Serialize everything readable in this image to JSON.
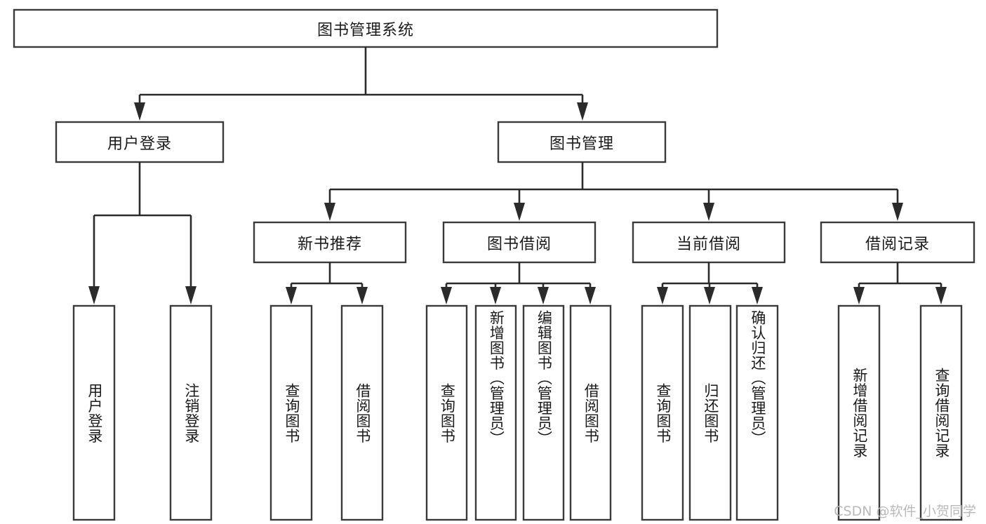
{
  "diagram": {
    "title": "图书管理系统",
    "type": "tree-hierarchy",
    "root": {
      "label": "图书管理系统"
    },
    "level2": [
      {
        "label": "用户登录"
      },
      {
        "label": "图书管理"
      }
    ],
    "level3": [
      {
        "label": "新书推荐"
      },
      {
        "label": "图书借阅"
      },
      {
        "label": "当前借阅"
      },
      {
        "label": "借阅记录"
      }
    ],
    "leaves": {
      "user_login": [
        {
          "label": "用户登录"
        },
        {
          "label": "注销登录"
        }
      ],
      "new_book_recommend": [
        {
          "label": "查询图书"
        },
        {
          "label": "借阅图书"
        }
      ],
      "book_borrow": [
        {
          "label": "查询图书"
        },
        {
          "label": "新增图书（管理员）"
        },
        {
          "label": "编辑图书（管理员）"
        },
        {
          "label": "借阅图书"
        }
      ],
      "current_borrow": [
        {
          "label": "查询图书"
        },
        {
          "label": "归还图书"
        },
        {
          "label": "确认归还（管理员）"
        }
      ],
      "borrow_record": [
        {
          "label": "新增借阅记录"
        },
        {
          "label": "查询借阅记录"
        }
      ]
    }
  },
  "watermark": {
    "text": "CSDN @软件_小贺同学"
  },
  "colors": {
    "background": "#ffffff",
    "box_stroke": "#3a3a3a",
    "connector": "#2b2b2b",
    "text": "#1a1a1a",
    "watermark": "#b9b9b9"
  }
}
